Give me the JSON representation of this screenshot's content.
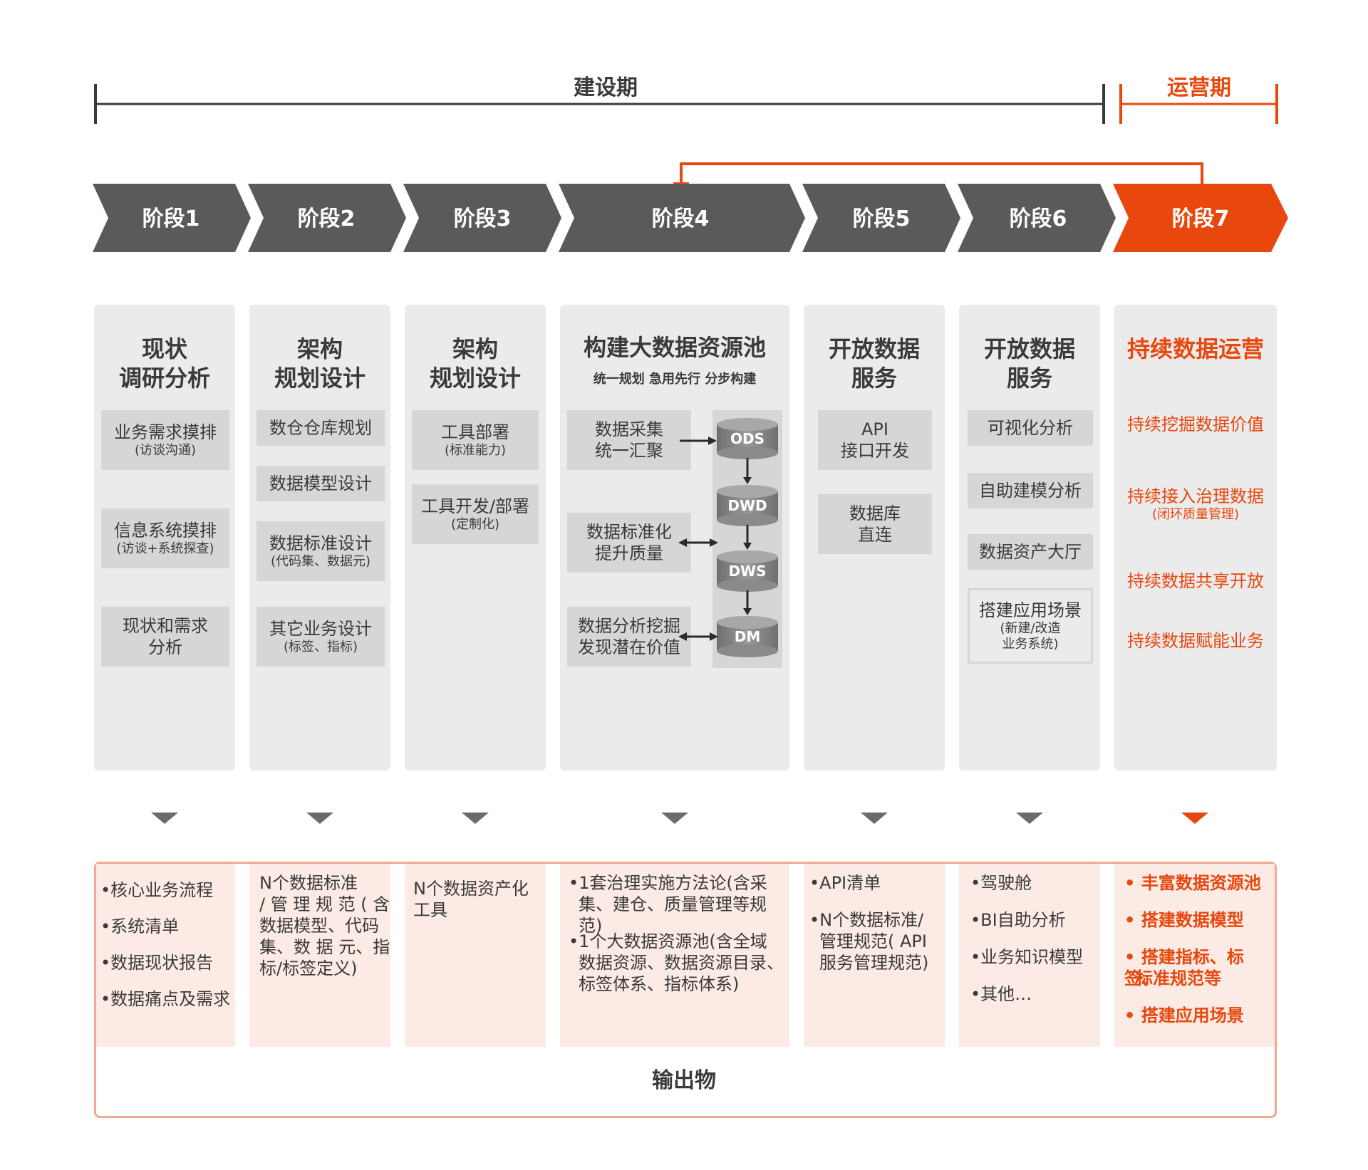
{
  "periods": {
    "build": "建设期",
    "operate": "运营期"
  },
  "stages": [
    "阶段1",
    "阶段2",
    "阶段3",
    "阶段4",
    "阶段5",
    "阶段6",
    "阶段7"
  ],
  "columns": {
    "c1": {
      "title1": "现状",
      "title2": "调研分析",
      "b1": "业务需求摸排",
      "b1s": "(访谈沟通)",
      "b2": "信息系统摸排",
      "b2s": "(访谈+系统探查)",
      "b3a": "现状和需求",
      "b3b": "分析"
    },
    "c2": {
      "title1": "架构",
      "title2": "规划设计",
      "b1": "数仓仓库规划",
      "b2": "数据模型设计",
      "b3": "数据标准设计",
      "b3s": "(代码集、数据元)",
      "b4": "其它业务设计",
      "b4s": "(标签、指标)"
    },
    "c3": {
      "title1": "架构",
      "title2": "规划设计",
      "b1": "工具部署",
      "b1s": "(标准能力)",
      "b2": "工具开发/部署",
      "b2s": "(定制化)"
    },
    "c4": {
      "title": "构建大数据资源池",
      "sub": "统一规划 急用先行 分步构建",
      "b1a": "数据采集",
      "b1b": "统一汇聚",
      "b2a": "数据标准化",
      "b2b": "提升质量",
      "b3a": "数据分析挖掘",
      "b3b": "发现潜在价值",
      "layers": [
        "ODS",
        "DWD",
        "DWS",
        "DM"
      ]
    },
    "c5": {
      "title1": "开放数据",
      "title2": "服务",
      "b1a": "API",
      "b1b": "接口开发",
      "b2a": "数据库",
      "b2b": "直连"
    },
    "c6": {
      "title1": "开放数据",
      "title2": "服务",
      "b1": "可视化分析",
      "b2": "自助建模分析",
      "b3": "数据资产大厅",
      "b4": "搭建应用场景",
      "b4s1": "(新建/改造",
      "b4s2": "业务系统)"
    },
    "c7": {
      "title": "持续数据运营",
      "i1": "持续挖掘数据价值",
      "i2": "持续接入治理数据",
      "i2s": "(闭环质量管理)",
      "i3": "持续数据共享开放",
      "i4": "持续数据赋能业务"
    }
  },
  "outputs": {
    "label": "输出物",
    "o1": [
      "•核心业务流程",
      "•系统清单",
      "•数据现状报告",
      "•数据痛点及需求"
    ],
    "o2": [
      "N个数据标准",
      "/ 管 理 规 范 ( 含",
      "数据模型、代码",
      "集、数 据 元、指",
      "标/标签定义)"
    ],
    "o3": [
      "N个数据资产化",
      "工具"
    ],
    "o4": [
      "•1套治理实施方法论(含采",
      "集、建仓、质量管理等规范)",
      "•1个大数据资源池(含全域",
      "数据资源、数据资源目录、",
      "标签体系、指标体系)"
    ],
    "o5": [
      "•API清单",
      "•N个数据标准/",
      "管理规范( API",
      "服务管理规范)"
    ],
    "o6": [
      "•驾驶舱",
      "•BI自助分析",
      "•业务知识模型",
      "•其他…"
    ],
    "o7": [
      "• 丰富数据资源池",
      "• 搭建数据模型",
      "• 搭建指标、标签、",
      "标准规范等",
      "• 搭建应用场景"
    ]
  },
  "colors": {
    "accent": "#e8470e",
    "dark": "#5a5a5a",
    "panel": "#ebebeb",
    "box": "#d6d6d6",
    "output_bg": "#fcebe4",
    "output_border": "#f1a98f"
  }
}
